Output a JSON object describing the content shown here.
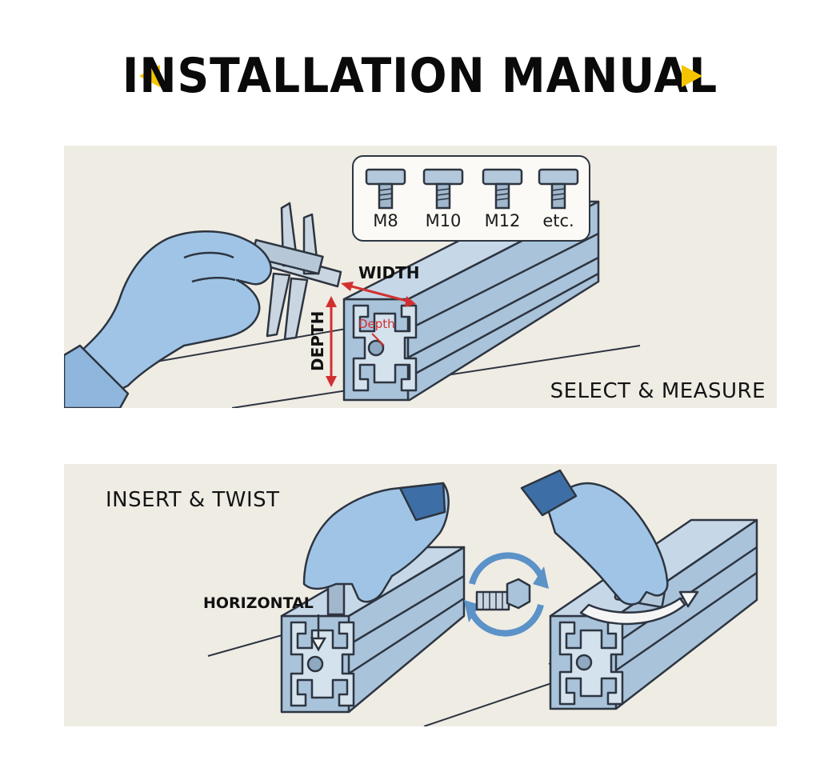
{
  "title": "INSTALLATION MANUAL",
  "colors": {
    "accent": "#f5c400",
    "aluminum": "#a9c3db",
    "glove": "#9fc4e6",
    "outline": "#2d3540",
    "measure": "#d23030",
    "panel_bg": "#efece4"
  },
  "icons": [
    "arrow-left-icon",
    "arrow-right-icon",
    "t-bolt-icon",
    "rotate-arrows-icon",
    "hex-bolt-icon",
    "caliper-icon",
    "glove-hand-icon"
  ],
  "step1": {
    "caption": "SELECT & MEASURE",
    "bolt_sizes": [
      "M8",
      "M10",
      "M12",
      "etc."
    ],
    "width_label": "WIDTH",
    "depth_label": "DEPTH",
    "depth_small_label": "Depth"
  },
  "step2": {
    "caption": "INSERT & TWIST",
    "horizontal_label": "HORIZONTAL"
  }
}
